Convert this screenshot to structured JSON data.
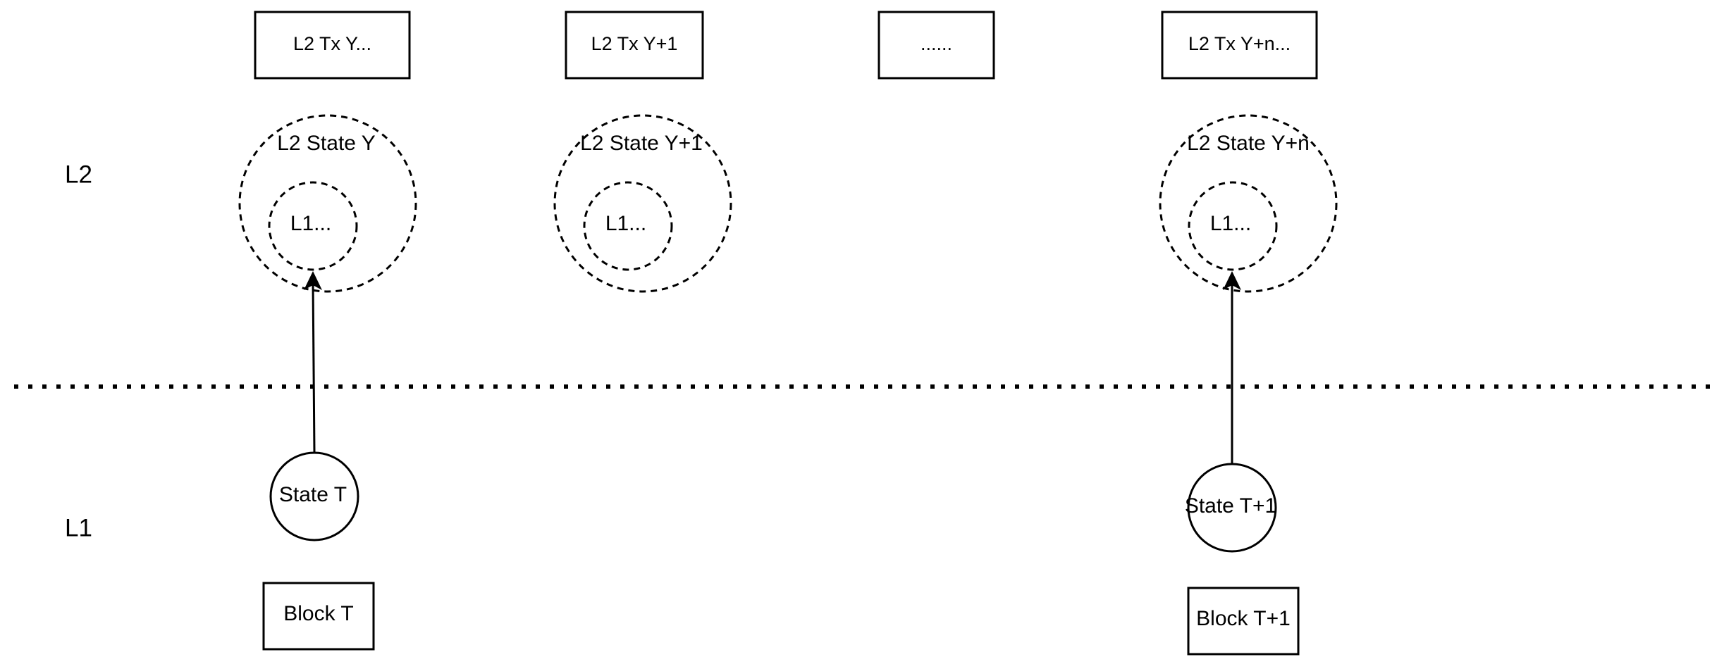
{
  "layers": {
    "upper": "L2",
    "lower": "L1"
  },
  "l2_transactions": [
    "L2 Tx Y...",
    "L2 Tx Y+1",
    "......",
    "L2 Tx Y+n..."
  ],
  "l2_states": [
    {
      "label": "L2 State Y",
      "inner": "L1..."
    },
    {
      "label": "L2 State Y+1",
      "inner": "L1..."
    },
    {
      "label": "L2 State Y+n",
      "inner": "L1..."
    }
  ],
  "l1_states": [
    "State T",
    "State T+1"
  ],
  "l1_blocks": [
    "Block T",
    "Block T+1"
  ],
  "colors": {
    "stroke": "#000000",
    "background": "#ffffff"
  }
}
